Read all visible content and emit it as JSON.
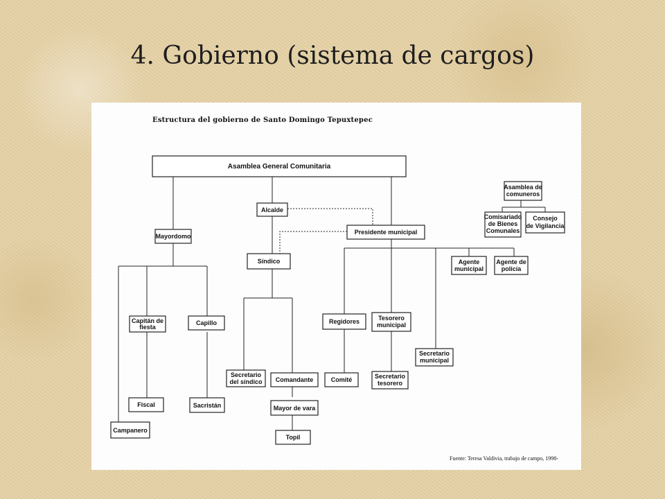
{
  "slide": {
    "title": "4. Gobierno (sistema de cargos)"
  },
  "diagram": {
    "heading": "Estructura del gobierno de Santo Domingo Tepuxtepec",
    "source": "Fuente: Teresa Valdivia, trabajo de campo, 1998-",
    "nodes": {
      "asamblea": "Asamblea General Comunitaria",
      "alcalde": "Alcalde",
      "presidente": "Presidente municipal",
      "mayordomo": "Mayordomo",
      "sindico": "Síndico",
      "agente_municipal": [
        "Agente",
        "municipal"
      ],
      "agente_policia": [
        "Agente de",
        "policía"
      ],
      "asamblea_comuneros": [
        "Asamblea de",
        "comuneros"
      ],
      "comisariado": [
        "Comisariado",
        "de Bienes",
        "Comunales"
      ],
      "consejo": [
        "Consejo",
        "de Vigilancia"
      ],
      "capitan": [
        "Capitán de",
        "fiesta"
      ],
      "capillo": "Capillo",
      "regidores": "Regidores",
      "tesorero": [
        "Tesorero",
        "municipal"
      ],
      "secretario_municipal": [
        "Secretario",
        "municipal"
      ],
      "secretario_sindico": [
        "Secretario",
        "del síndico"
      ],
      "comandante": "Comandante",
      "comite": "Comité",
      "secretario_tesorero": [
        "Secretario",
        "tesorero"
      ],
      "mayor_vara": "Mayor de vara",
      "topil": "Topil",
      "fiscal": "Fiscal",
      "sacristan": "Sacristán",
      "campanero": "Campanero"
    }
  }
}
